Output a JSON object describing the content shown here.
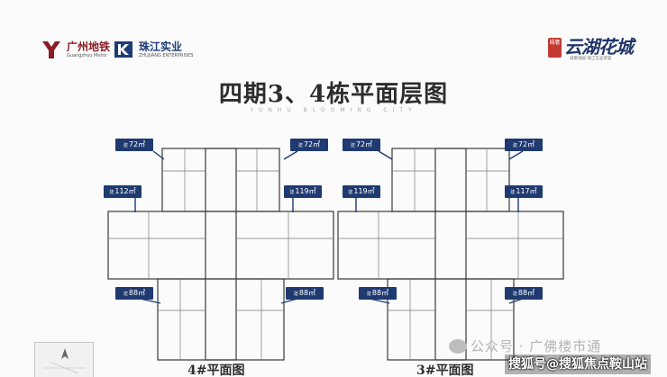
{
  "header": {
    "logo_left": {
      "cn": "广州地铁",
      "en": "Guangzhou Metro"
    },
    "logo_right": {
      "cn": "珠江实业",
      "en": "ZHUJIANG ENTERPRISES"
    },
    "brand": {
      "seal": "城奢",
      "name": "云湖花城",
      "slogan": "城奢湖居·珠江实业荣誉"
    }
  },
  "title": "四期3、4栋平面层图",
  "subtitle": "YUNHU BLOOMING CITY",
  "unit_prefix": "建",
  "units": [
    {
      "area": "72㎡"
    },
    {
      "area": "72㎡"
    },
    {
      "area": "72㎡"
    },
    {
      "area": "72㎡"
    },
    {
      "area": "112㎡"
    },
    {
      "area": "119㎡"
    },
    {
      "area": "119㎡"
    },
    {
      "area": "117㎡"
    },
    {
      "area": "88㎡"
    },
    {
      "area": "88㎡"
    },
    {
      "area": "88㎡"
    },
    {
      "area": "88㎡"
    }
  ],
  "captions": {
    "building_4": "4#平面图",
    "building_3": "3#平面图"
  },
  "watermarks": {
    "gzh": "公众号 · 广佛楼市通",
    "sohu": "搜狐号@搜狐焦点鞍山站"
  },
  "colors": {
    "tag": "#1f3a70",
    "line": "#3a3a3a",
    "seal": "#c23a32"
  }
}
